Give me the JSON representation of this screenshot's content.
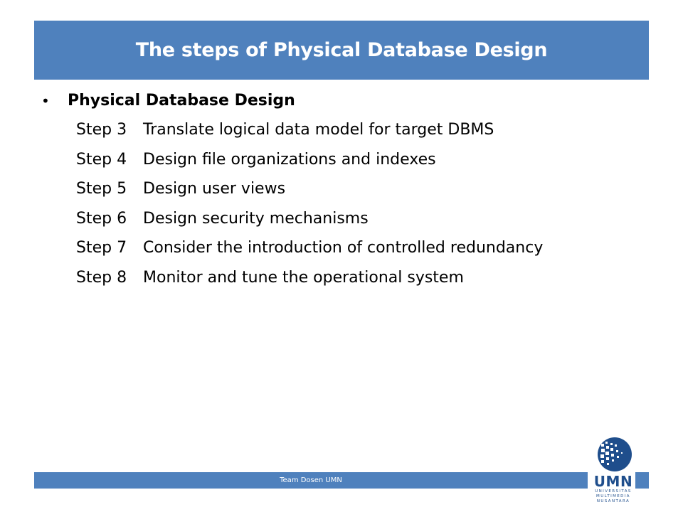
{
  "slide": {
    "title": "The steps of Physical Database Design",
    "bullet_symbol": "•",
    "bullet_heading": "Physical Database Design",
    "steps": [
      {
        "label": "Step 3",
        "text": "Translate logical data model for target DBMS"
      },
      {
        "label": "Step 4",
        "text": "Design file organizations and indexes"
      },
      {
        "label": "Step 5",
        "text": "Design user views"
      },
      {
        "label": "Step 6",
        "text": "Design security mechanisms"
      },
      {
        "label": "Step 7",
        "text": "Consider the introduction of controlled redundancy"
      },
      {
        "label": "Step 8",
        "text": "Monitor and tune the operational system"
      }
    ]
  },
  "footer": {
    "text": "Team Dosen UMN"
  },
  "logo": {
    "name": "UMN",
    "lines": [
      "UNIVERSITAS",
      "MULTIMEDIA",
      "NUSANTARA"
    ]
  },
  "colors": {
    "bar": "#4f81bd",
    "logo": "#1f4e8c"
  }
}
